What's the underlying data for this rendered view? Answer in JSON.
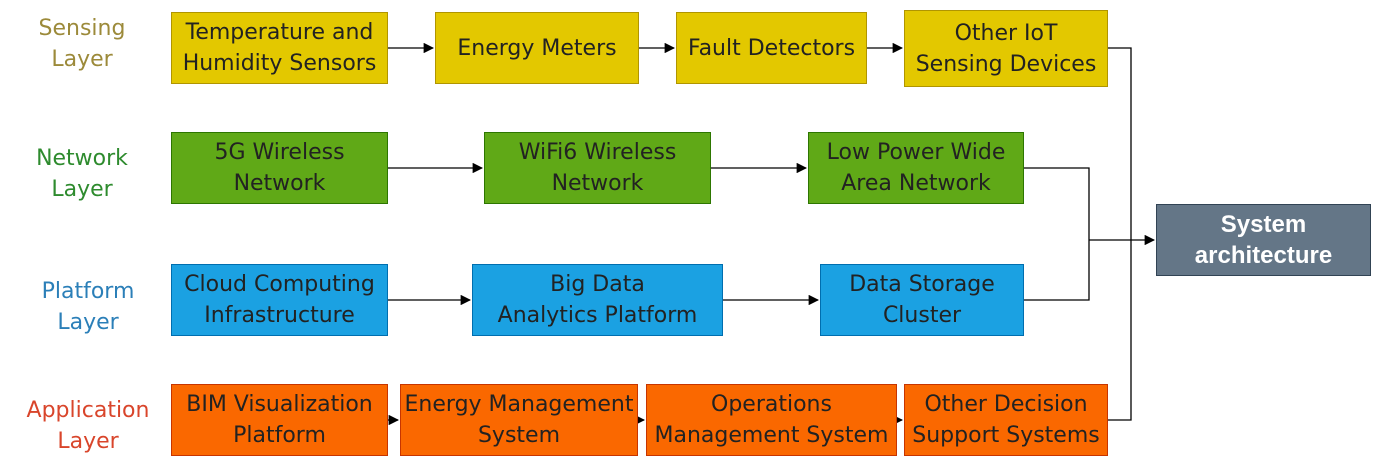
{
  "layers": {
    "sensing": {
      "label": "Sensing\nLayer",
      "color": "#9c8a3a"
    },
    "network": {
      "label": "Network\nLayer",
      "color": "#2e8b2e"
    },
    "platform": {
      "label": "Platform\nLayer",
      "color": "#2b7fb8"
    },
    "application": {
      "label": "Application\nLayer",
      "color": "#d9452b"
    }
  },
  "nodes": {
    "sensing": [
      {
        "label": "Temperature and\nHumidity Sensors"
      },
      {
        "label": "Energy Meters"
      },
      {
        "label": "Fault Detectors"
      },
      {
        "label": "Other IoT\nSensing Devices"
      }
    ],
    "network": [
      {
        "label": "5G Wireless\nNetwork"
      },
      {
        "label": "WiFi6 Wireless\nNetwork"
      },
      {
        "label": "Low Power Wide\nArea Network"
      }
    ],
    "platform": [
      {
        "label": "Cloud Computing\nInfrastructure"
      },
      {
        "label": "Big Data\nAnalytics Platform"
      },
      {
        "label": "Data Storage\nCluster"
      }
    ],
    "application": [
      {
        "label": "BIM Visualization\nPlatform"
      },
      {
        "label": "Energy Management\nSystem"
      },
      {
        "label": "Operations\nManagement System"
      },
      {
        "label": "Other Decision\nSupport Systems"
      }
    ]
  },
  "system": {
    "label": "System\narchitecture"
  },
  "colors": {
    "sensing_fill": "#e3c800",
    "network_fill": "#60a917",
    "platform_fill": "#1ba1e2",
    "application_fill": "#fa6800",
    "system_fill": "#647687"
  }
}
